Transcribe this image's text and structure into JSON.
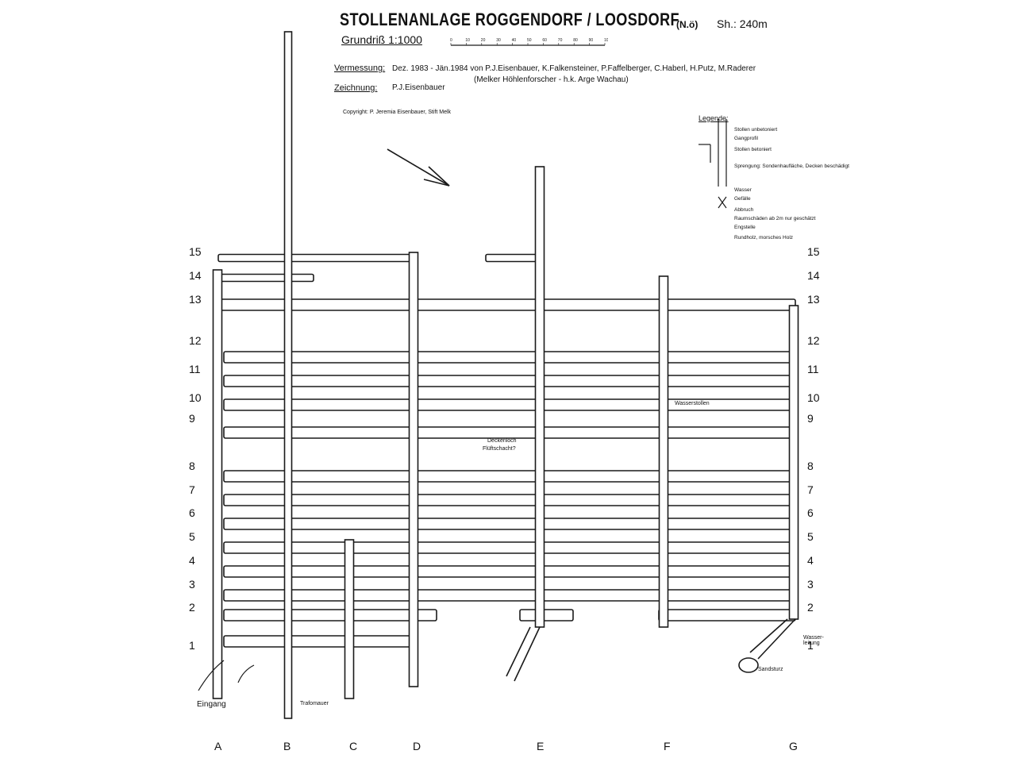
{
  "header": {
    "title": "STOLLENANLAGE  ROGGENDORF / LOOSDORF",
    "title_suffix": "(N.ö)",
    "height": "Sh.: 240m",
    "grundriss": "Grundriß 1:1000",
    "scale_ticks": [
      "0",
      "10",
      "20",
      "30",
      "40",
      "50",
      "60",
      "70",
      "80",
      "90",
      "100m"
    ]
  },
  "credits": {
    "vermessung_label": "Vermessung:",
    "vermessung_text": "Dez. 1983 - Jän.1984 von P.J.Eisenbauer, K.Falkensteiner, P.Faffelberger, C.Haberl, H.Putz, M.Raderer",
    "vermessung_org": "(Melker Höhlenforscher - h.k. Arge Wachau)",
    "zeichnung_label": "Zeichnung:",
    "zeichnung_text": "P.J.Eisenbauer",
    "copyright": "Copyright: P. Jeremia Eisenbauer, Stift Melk"
  },
  "legend": {
    "title": "Legende:",
    "items": [
      "Stollen unbetoniert",
      "Gangprofil",
      "Stollen betoniert",
      "Sprengung: Sondenhaufläche, Decken beschädigt",
      "Wasser",
      "Gefälle",
      "Abbruch",
      "Raumschäden ab 2m nur geschätzt",
      "Engstelle",
      "Rundholz, morsches Holz"
    ]
  },
  "rows": [
    "15",
    "14",
    "13",
    "12",
    "11",
    "10",
    "9",
    "8",
    "7",
    "6",
    "5",
    "4",
    "3",
    "2",
    "1"
  ],
  "columns": [
    "A",
    "B",
    "C",
    "D",
    "E",
    "F",
    "G"
  ],
  "annotations": {
    "eingang": "Eingang",
    "deckenloch": "Deckenloch",
    "schacht": "Flüftschacht?",
    "wasserstollen": "Wasserstollen",
    "sandsturz": "Sandsturz",
    "wasserleitung": "Wasser-leitung",
    "trafo": "Trafomauer"
  },
  "colors": {
    "ink": "#1a1a1a",
    "paper": "#ffffff"
  }
}
